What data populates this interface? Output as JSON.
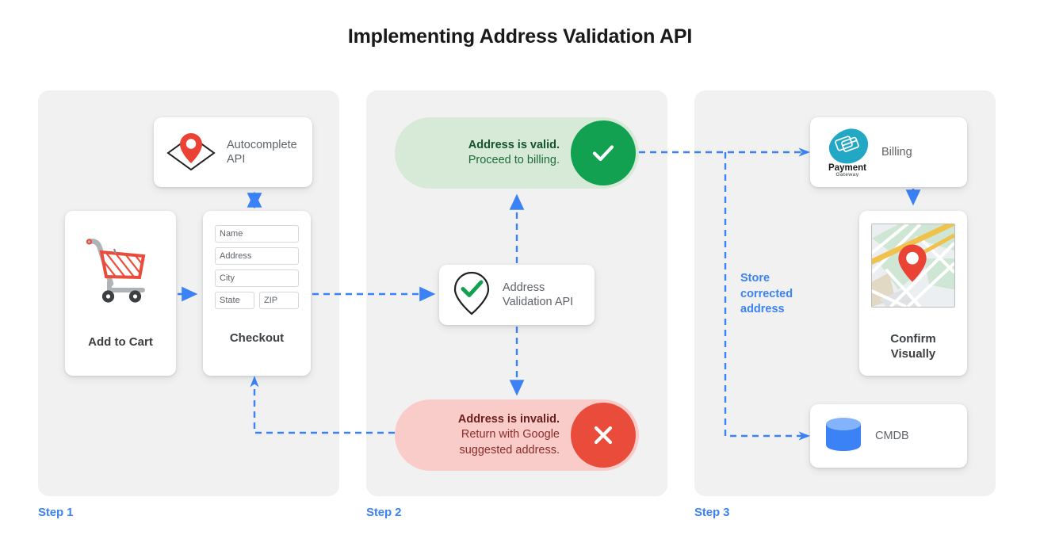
{
  "page": {
    "title": "Implementing Address Validation API",
    "accent_blue": "#3b82f6",
    "panel_bg": "#f1f1f1",
    "background": "#ffffff"
  },
  "steps": [
    {
      "id": "step-1",
      "label": "Step 1"
    },
    {
      "id": "step-2",
      "label": "Step 2"
    },
    {
      "id": "step-3",
      "label": "Step 3"
    }
  ],
  "step1": {
    "autocomplete_card": {
      "label_line1": "Autocomplete",
      "label_line2": "API",
      "icon": "map-pin-on-map-icon",
      "pin_color": "#ea4335"
    },
    "add_to_cart_card": {
      "title": "Add to Cart",
      "icon": "shopping-cart-icon",
      "cart_color": "#ea4c3c",
      "frame_color": "#b0b3b6"
    },
    "checkout_card": {
      "title": "Checkout",
      "fields": [
        {
          "name": "name-field",
          "placeholder": "Name"
        },
        {
          "name": "address-field",
          "placeholder": "Address"
        },
        {
          "name": "city-field",
          "placeholder": "City"
        }
      ],
      "fields_row": [
        {
          "name": "state-field",
          "placeholder": "State"
        },
        {
          "name": "zip-field",
          "placeholder": "ZIP"
        }
      ]
    }
  },
  "step2": {
    "valid_pill": {
      "line1": "Address is valid.",
      "line2": "Proceed to billing.",
      "bg_color": "#d7ead8",
      "circle_color": "#12a150",
      "icon": "check-icon"
    },
    "invalid_pill": {
      "line1": "Address is invalid.",
      "line2": "Return with Google",
      "line3": "suggested address.",
      "bg_color": "#f9ccca",
      "circle_color": "#ea4c3c",
      "icon": "close-x-icon"
    },
    "validation_card": {
      "label_line1": "Address",
      "label_line2": "Validation API",
      "icon": "map-pin-check-icon",
      "check_color": "#12a150"
    }
  },
  "step3": {
    "billing_card": {
      "label": "Billing",
      "icon": "payment-gateway-logo",
      "logo_text_line1": "Payment",
      "logo_text_line2": "Gateway",
      "logo_color": "#22a7c4"
    },
    "confirm_card": {
      "title_line1": "Confirm",
      "title_line2": "Visually",
      "icon": "map-thumbnail-icon",
      "pin_color": "#ea4335"
    },
    "cmdb_card": {
      "label": "CMDB",
      "icon": "database-cylinder-icon",
      "db_color": "#3b82f6"
    },
    "store_label": {
      "line1": "Store",
      "line2": "corrected",
      "line3": "address"
    }
  },
  "connectors": [
    {
      "name": "connector-autocomplete-checkout",
      "type": "bidirectional-vertical"
    },
    {
      "name": "connector-cart-checkout",
      "type": "arrow-right"
    },
    {
      "name": "connector-checkout-validation",
      "type": "arrow-right"
    },
    {
      "name": "connector-validation-valid",
      "type": "arrow-up"
    },
    {
      "name": "connector-validation-invalid",
      "type": "arrow-down"
    },
    {
      "name": "connector-invalid-checkout",
      "type": "elbow-arrow-up"
    },
    {
      "name": "connector-valid-billing",
      "type": "arrow-right-branch"
    },
    {
      "name": "connector-billing-confirm",
      "type": "arrow-down"
    },
    {
      "name": "connector-branch-cmdb",
      "type": "elbow-arrow-right"
    }
  ]
}
